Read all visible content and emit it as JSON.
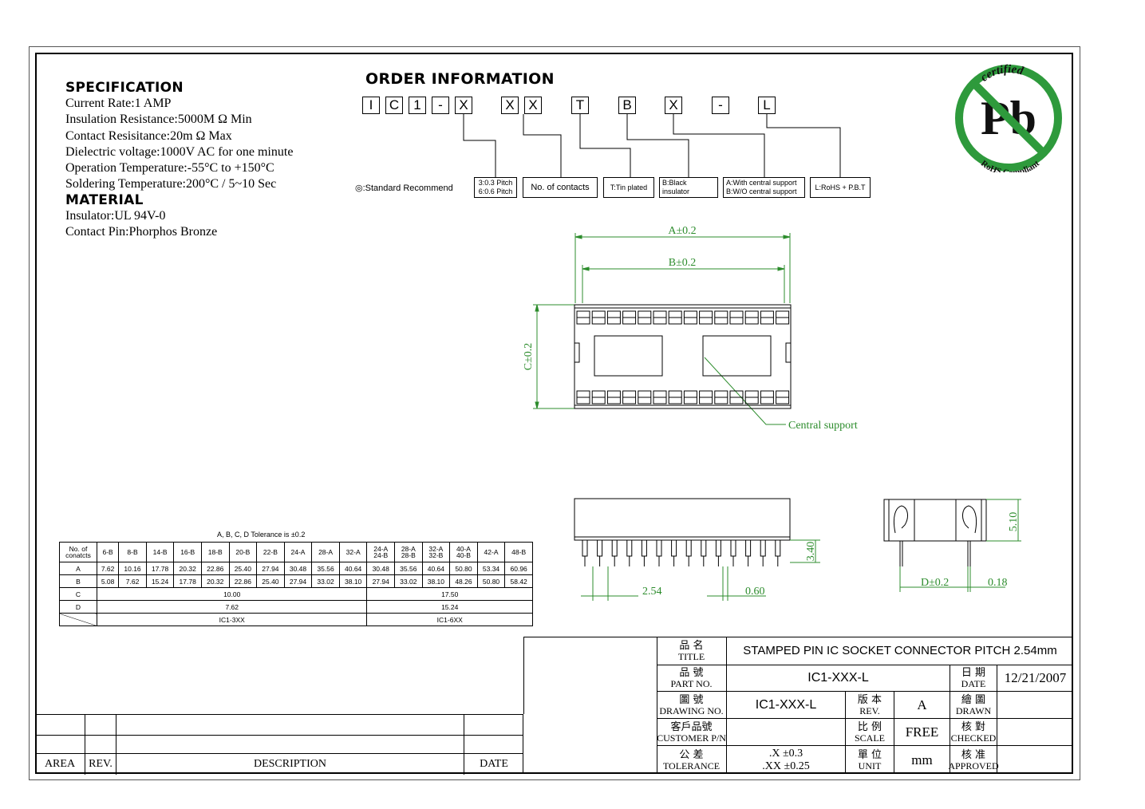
{
  "spec": {
    "heading": "SPECIFICATION",
    "lines": [
      "Current Rate:1 AMP",
      "Insulation Resistance:5000M  Ω Min",
      "Contact Resisitance:20m  Ω Max",
      "Dielectric voltage:1000V AC for one minute",
      "Operation Temperature:-55°C to +150°C",
      "Soldering Temperature:200°C / 5~10 Sec"
    ]
  },
  "material": {
    "heading": "MATERIAL",
    "lines": [
      "Insulator:UL 94V-0",
      "Contact Pin:Phorphos Bronze"
    ]
  },
  "order": {
    "heading": "ORDER INFORMATION",
    "code_chars": [
      "I",
      "C",
      "1",
      "-",
      "X",
      "X",
      "X",
      "T",
      "B",
      "X",
      "-",
      "L"
    ],
    "standard_note": "◎:Standard Recommend",
    "boxes": [
      {
        "lines": [
          "3:0.3 Pitch",
          "6:0.6 Pitch"
        ]
      },
      {
        "lines": [
          "No. of contacts"
        ]
      },
      {
        "lines": [
          "T:Tin plated"
        ]
      },
      {
        "lines": [
          "B:Black insulator"
        ]
      },
      {
        "lines": [
          "A:With central support",
          "B:W/O central support"
        ]
      },
      {
        "lines": [
          "L:RoHS + P.B.T"
        ]
      }
    ]
  },
  "logo": {
    "top_text": "certified",
    "center_text": "Pb",
    "bottom_text": "RoHS Compliant"
  },
  "drawing": {
    "dim_a": "A±0.2",
    "dim_b": "B±0.2",
    "dim_c": "C±0.2",
    "central_support": "Central support",
    "dim_340": "3.40",
    "dim_254": "2.54",
    "dim_060": "0.60",
    "dim_510": "5.10",
    "dim_d": "D±0.2",
    "dim_018": "0.18"
  },
  "dim_table": {
    "caption": "A, B, C, D Tolerance is ±0.2",
    "header_label": [
      "No. of",
      "conatcts"
    ],
    "columns": [
      [
        "6-B"
      ],
      [
        "8-B"
      ],
      [
        "14-B"
      ],
      [
        "16-B"
      ],
      [
        "18-B"
      ],
      [
        "20-B"
      ],
      [
        "22-B"
      ],
      [
        "24-A"
      ],
      [
        "28-A"
      ],
      [
        "32-A"
      ],
      [
        "24-A",
        "24-B"
      ],
      [
        "28-A",
        "28-B"
      ],
      [
        "32-A",
        "32-B"
      ],
      [
        "40-A",
        "40-B"
      ],
      [
        "42-A"
      ],
      [
        "48-B"
      ]
    ],
    "row_a_label": "A",
    "row_a": [
      "7.62",
      "10.16",
      "17.78",
      "20.32",
      "22.86",
      "25.40",
      "27.94",
      "30.48",
      "35.56",
      "40.64",
      "30.48",
      "35.56",
      "40.64",
      "50.80",
      "53.34",
      "60.96"
    ],
    "row_b_label": "B",
    "row_b": [
      "5.08",
      "7.62",
      "15.24",
      "17.78",
      "20.32",
      "22.86",
      "25.40",
      "27.94",
      "33.02",
      "38.10",
      "27.94",
      "33.02",
      "38.10",
      "48.26",
      "50.80",
      "58.42"
    ],
    "row_c_label": "C",
    "row_c": [
      "10.00",
      "17.50"
    ],
    "row_d_label": "D",
    "row_d": [
      "7.62",
      "15.24"
    ],
    "row_model": [
      "IC1-3XX",
      "IC1-6XX"
    ]
  },
  "revision_block": {
    "area": "AREA",
    "rev": "REV.",
    "description": "DESCRIPTION",
    "date": "DATE"
  },
  "title_block": {
    "title_zh": "品 名",
    "title_en": "TITLE",
    "title_value": "STAMPED PIN IC SOCKET CONNECTOR PITCH 2.54mm",
    "part_zh": "品 號",
    "part_en": "PART NO.",
    "part_value": "IC1-XXX-L",
    "date_zh": "日 期",
    "date_en": "DATE",
    "date_value": "12/21/2007",
    "drawing_zh": "圖 號",
    "drawing_en": "DRAWING NO.",
    "drawing_value": "IC1-XXX-L",
    "rev_zh": "版 本",
    "rev_en": "REV.",
    "rev_value": "A",
    "drawn_zh": "繪 圖",
    "drawn_en": "DRAWN",
    "customer_zh": "客戶品號",
    "customer_en": "CUSTOMER P/N",
    "scale_zh": "比 例",
    "scale_en": "SCALE",
    "scale_value": "FREE",
    "checked_zh": "核 對",
    "checked_en": "CHECKED",
    "tol_zh": "公 差",
    "tol_en": "TOLERANCE",
    "tol_value_1": ".X ±0.3",
    "tol_value_2": ".XX ±0.25",
    "unit_zh": "單 位",
    "unit_en": "UNIT",
    "unit_value": "mm",
    "approved_zh": "核 准",
    "approved_en": "APPROVED"
  }
}
